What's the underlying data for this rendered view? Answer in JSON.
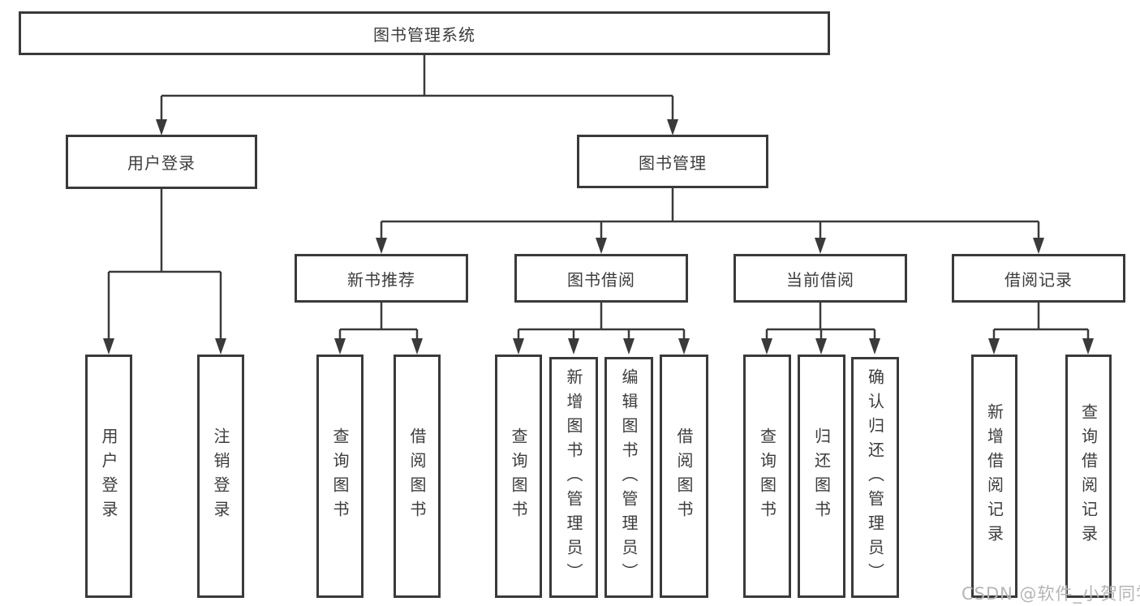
{
  "diagram_title": "图书管理系统",
  "tree": {
    "label": "图书管理系统",
    "children": [
      {
        "label": "用户登录",
        "children": [
          {
            "label": "用户登录"
          },
          {
            "label": "注销登录"
          }
        ]
      },
      {
        "label": "图书管理",
        "children": [
          {
            "label": "新书推荐",
            "children": [
              {
                "label": "查询图书"
              },
              {
                "label": "借阅图书"
              }
            ]
          },
          {
            "label": "图书借阅",
            "children": [
              {
                "label": "查询图书"
              },
              {
                "label": "新增图书（管理员）"
              },
              {
                "label": "编辑图书（管理员）"
              },
              {
                "label": "借阅图书"
              }
            ]
          },
          {
            "label": "当前借阅",
            "children": [
              {
                "label": "查询图书"
              },
              {
                "label": "归还图书"
              },
              {
                "label": "确认归还（管理员）"
              }
            ]
          },
          {
            "label": "借阅记录",
            "children": [
              {
                "label": "新增借阅记录"
              },
              {
                "label": "查询借阅记录"
              }
            ]
          }
        ]
      }
    ]
  },
  "watermark": {
    "text": "CSDN @软件_小贺同学"
  },
  "colors": {
    "line": "#3a3a3a",
    "box_border": "#3a3a3a",
    "box_background": "#ffffff",
    "text": "#3c3c3c",
    "watermark": "#b5b5b5"
  }
}
